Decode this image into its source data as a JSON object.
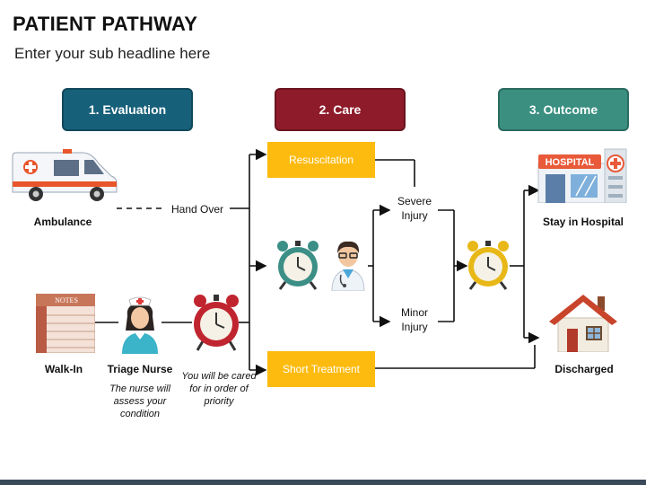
{
  "title": "PATIENT PATHWAY",
  "subtitle": "Enter your sub headline here",
  "stages": [
    {
      "label": "1. Evaluation",
      "color": "#17607a"
    },
    {
      "label": "2. Care",
      "color": "#8e1b2a"
    },
    {
      "label": "3. Outcome",
      "color": "#3a8f80"
    }
  ],
  "boxes": {
    "resuscitation": "Resuscitation",
    "short_treatment": "Short Treatment"
  },
  "labels": {
    "ambulance": "Ambulance",
    "hand_over": "Hand Over",
    "severe_injury": "Severe Injury",
    "minor_injury": "Minor Injury",
    "stay_in_hospital": "Stay in Hospital",
    "walk_in": "Walk-In",
    "triage_nurse": "Triage Nurse",
    "discharged": "Discharged",
    "nurse_note": "The nurse will assess your condition",
    "priority_note": "You will be cared for in order of priority",
    "notes_text": "NOTES",
    "hospital_sign": "HOSPITAL"
  },
  "colors": {
    "yellow": "#fdbb10",
    "clock_teal": "#3c8f86",
    "clock_gold": "#e8b818",
    "clock_red": "#c0252f"
  }
}
